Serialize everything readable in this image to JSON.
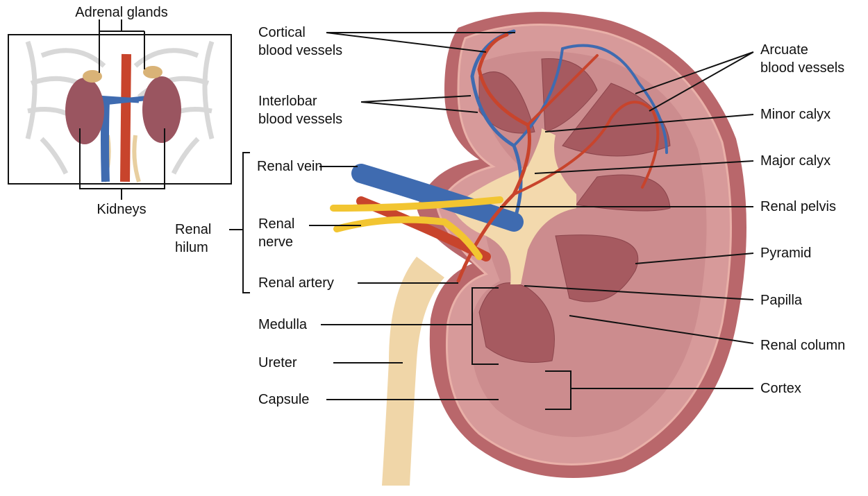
{
  "inset": {
    "adrenal_glands": "Adrenal glands",
    "kidneys": "Kidneys"
  },
  "left_labels": {
    "cortical_1": "Cortical",
    "cortical_2": "blood vessels",
    "interlobar_1": "Interlobar",
    "interlobar_2": "blood vessels",
    "renal_vein": "Renal vein",
    "renal_nerve_1": "Renal",
    "renal_nerve_2": "nerve",
    "renal_hilum_1": "Renal",
    "renal_hilum_2": "hilum",
    "renal_artery": "Renal artery",
    "medulla": "Medulla",
    "ureter": "Ureter",
    "capsule": "Capsule"
  },
  "right_labels": {
    "arcuate_1": "Arcuate",
    "arcuate_2": "blood vessels",
    "minor_calyx": "Minor calyx",
    "major_calyx": "Major calyx",
    "renal_pelvis": "Renal pelvis",
    "pyramid": "Pyramid",
    "papilla": "Papilla",
    "renal_column": "Renal column",
    "cortex": "Cortex"
  },
  "colors": {
    "artery": "#c8442c",
    "vein": "#3f6bb0",
    "nerve": "#f2c531",
    "cortex": "#b9676b",
    "pyramid": "#a65a60",
    "pelvis": "#f3d9ad"
  }
}
